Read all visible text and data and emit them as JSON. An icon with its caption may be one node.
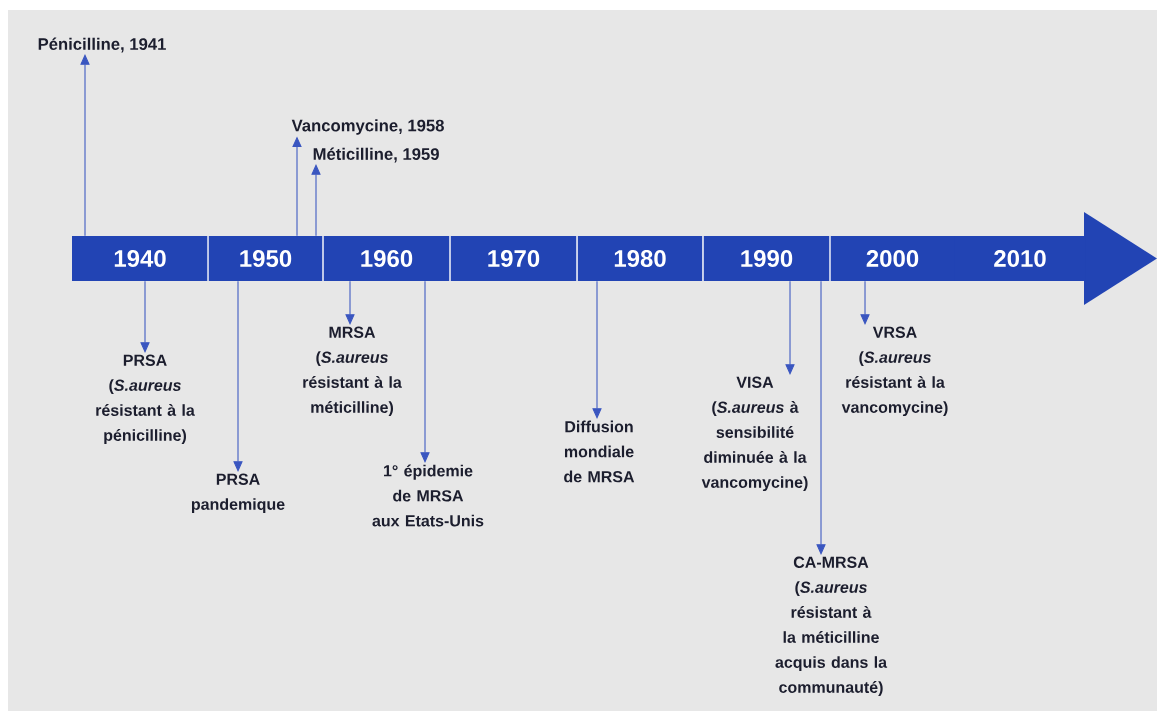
{
  "diagram": {
    "nodes": [
      {
        "text": [
          "Pénicilline, 1941"
        ]
      },
      {
        "text": [
          "Vancomycine, 1958"
        ]
      },
      {
        "text": [
          "Méticilline, 1959"
        ]
      },
      {
        "text": [
          "1940"
        ]
      },
      {
        "text": [
          "1950"
        ]
      },
      {
        "text": [
          "1960"
        ]
      },
      {
        "text": [
          "1970"
        ]
      },
      {
        "text": [
          "1980"
        ]
      },
      {
        "text": [
          "1990"
        ]
      },
      {
        "text": [
          "2000"
        ]
      },
      {
        "text": [
          "2010"
        ]
      },
      {
        "text": [
          "PRSA",
          "(*S.aureus* résistant à la pénicilline)"
        ]
      },
      {
        "text": [
          "PRSA pandemique"
        ]
      },
      {
        "text": [
          "MRSA",
          "(*S.aureus* résistant à la méticilline)"
        ]
      },
      {
        "text": [
          "1° épidemie de MRSA",
          "aux Etats-Unis"
        ]
      },
      {
        "text": [
          "Diffusion mondiale de MRSA"
        ]
      },
      {
        "text": [
          "VISA",
          "(*S.aureus* à sensibilité diminuée à la vancomycine)"
        ]
      },
      {
        "text": [
          "CA-MRSA",
          "(*S.aureus* résistant à la méticilline acquis dans la communauté)"
        ]
      },
      {
        "text": [
          "VRSA",
          "(*S.aureus* résistant à la vancomycine)"
        ]
      }
    ],
    "edges": [
      {
        "from": 3,
        "to": 0,
        "arrow": "to"
      },
      {
        "from": 4,
        "to": 1,
        "arrow": "to"
      },
      {
        "from": 4,
        "to": 2,
        "arrow": "to"
      },
      {
        "from": 3,
        "to": 11,
        "arrow": "to"
      },
      {
        "from": 4,
        "to": 12,
        "arrow": "to"
      },
      {
        "from": 5,
        "to": 13,
        "arrow": "to"
      },
      {
        "from": 5,
        "to": 14,
        "arrow": "to"
      },
      {
        "from": 7,
        "to": 15,
        "arrow": "to"
      },
      {
        "from": 8,
        "to": 16,
        "arrow": "to"
      },
      {
        "from": 8,
        "to": 17,
        "arrow": "to"
      },
      {
        "from": 9,
        "to": 18,
        "arrow": "to"
      }
    ]
  }
}
